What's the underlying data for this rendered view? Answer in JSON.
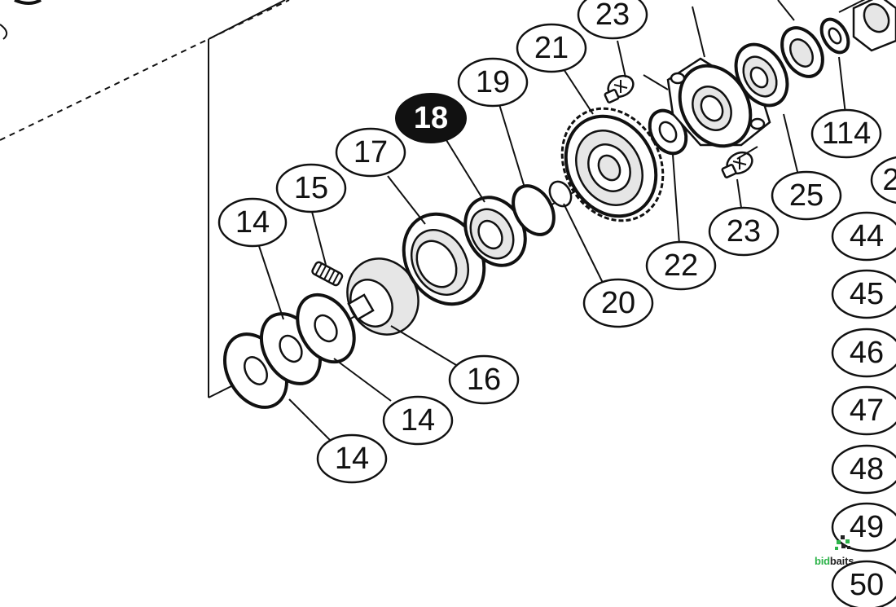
{
  "callouts": [
    {
      "id": "c14a",
      "label": "14",
      "highlight": false
    },
    {
      "id": "c14b",
      "label": "14",
      "highlight": false
    },
    {
      "id": "c14c",
      "label": "14",
      "highlight": false
    },
    {
      "id": "c15",
      "label": "15",
      "highlight": false
    },
    {
      "id": "c16",
      "label": "16",
      "highlight": false
    },
    {
      "id": "c17",
      "label": "17",
      "highlight": false
    },
    {
      "id": "c18",
      "label": "18",
      "highlight": true
    },
    {
      "id": "c19",
      "label": "19",
      "highlight": false
    },
    {
      "id": "c20",
      "label": "20",
      "highlight": false
    },
    {
      "id": "c21",
      "label": "21",
      "highlight": false
    },
    {
      "id": "c22",
      "label": "22",
      "highlight": false
    },
    {
      "id": "c23a",
      "label": "23",
      "highlight": false
    },
    {
      "id": "c23b",
      "label": "23",
      "highlight": false
    },
    {
      "id": "c25",
      "label": "25",
      "highlight": false
    },
    {
      "id": "c114",
      "label": "114",
      "highlight": false
    },
    {
      "id": "c2x",
      "label": "2",
      "highlight": false
    },
    {
      "id": "c44",
      "label": "44",
      "highlight": false
    },
    {
      "id": "c45",
      "label": "45",
      "highlight": false
    },
    {
      "id": "c46",
      "label": "46",
      "highlight": false
    },
    {
      "id": "c47",
      "label": "47",
      "highlight": false
    },
    {
      "id": "c48",
      "label": "48",
      "highlight": false
    },
    {
      "id": "c49",
      "label": "49",
      "highlight": false
    },
    {
      "id": "c50",
      "label": "50",
      "highlight": false
    }
  ],
  "watermark": {
    "brand_part1": "bid",
    "brand_part2": "baits"
  },
  "colors": {
    "ink": "#111111",
    "highlight_fill": "#111111",
    "brand_green": "#2db34a"
  }
}
